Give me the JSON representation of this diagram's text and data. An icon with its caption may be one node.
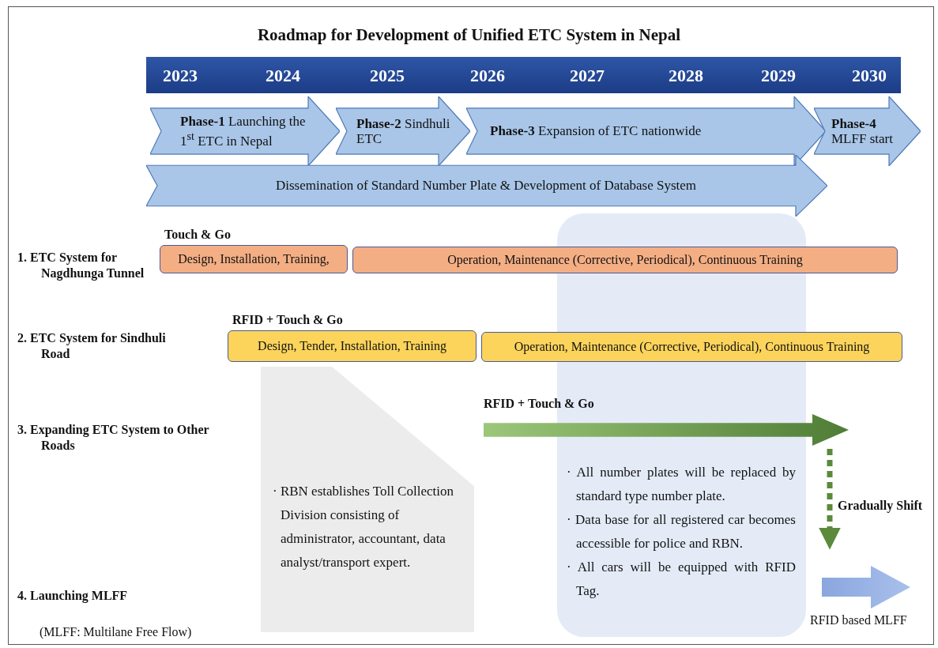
{
  "diagram": {
    "title": "Roadmap for Development of Unified ETC System in Nepal",
    "nodes": [
      {
        "text": [
          "2023",
          "2024",
          "2025",
          "2026",
          "2027",
          "2028",
          "2029",
          "2030"
        ]
      },
      {
        "text": [
          "**Phase-1** Launching the 1$^{st}$ ETC in Nepal"
        ]
      },
      {
        "text": [
          "**Phase-2** Sindhuli ETC"
        ]
      },
      {
        "text": [
          "**Phase-3** Expansion of ETC nationwide"
        ]
      },
      {
        "text": [
          "**Phase-4** MLFF start"
        ]
      },
      {
        "text": [
          "Dissemination of Standard Number Plate & Development of Database System"
        ]
      },
      {
        "text": [
          "Touch & Go",
          "Design, Installation, Training,"
        ]
      },
      {
        "text": [
          "Operation, Maintenance (Corrective, Periodical), Continuous Training"
        ]
      },
      {
        "text": [
          "RFID + Touch & Go",
          "Design, Tender, Installation, Training"
        ]
      },
      {
        "text": [
          "Operation, Maintenance (Corrective, Periodical), Continuous Training"
        ]
      },
      {
        "text": [
          "RFID + Touch & Go"
        ]
      },
      {
        "text": [
          "RFID based MLFF"
        ]
      },
      {
        "text": [
          "· RBN establishes Toll Collection Division consisting of administrator, accountant, data analyst/transport expert."
        ]
      },
      {
        "text": [
          "· All number plates will be replaced by standard type number plate.",
          "· Data base for all registered car becomes accessible for police and RBN.",
          "· All cars will be equipped with RFID Tag."
        ]
      }
    ],
    "edges": [
      {
        "from": 10,
        "to": 11,
        "arrow": "to",
        "label": "Gradually Shift",
        "style": "dashed",
        "color": "#5b8a3a"
      }
    ],
    "labels": [
      "1. ETC System for Nagdhunga Tunnel",
      "2. ETC System for Sindhuli Road",
      "3. Expanding ETC System to Other Roads",
      "4. Launching MLFF",
      "(MLFF: Multilane Free Flow)"
    ]
  }
}
